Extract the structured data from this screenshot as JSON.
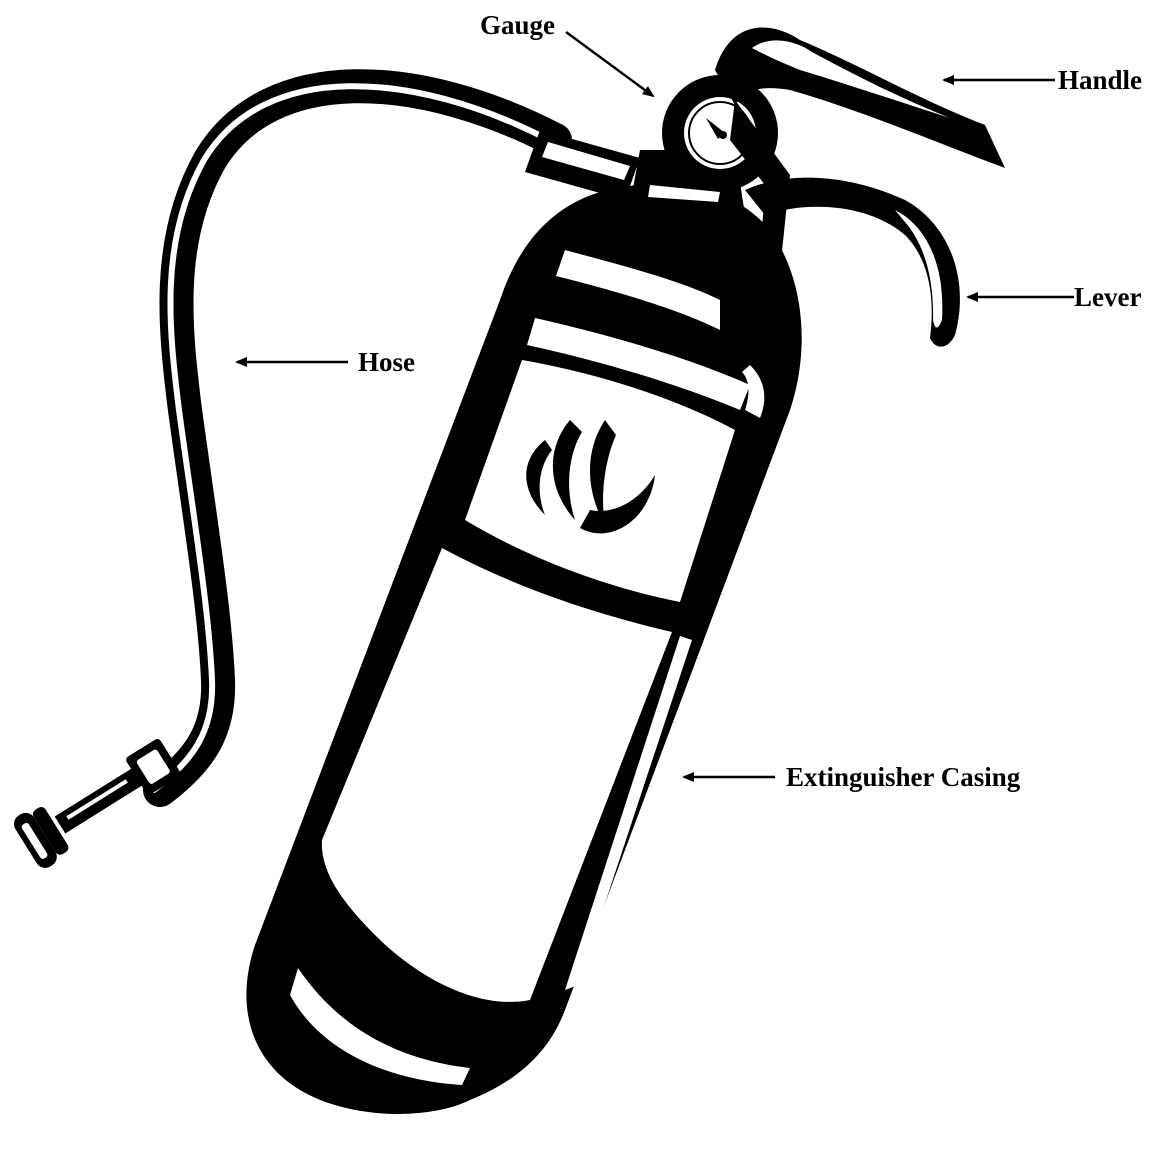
{
  "colors": {
    "ink": "#000000",
    "paper": "#ffffff"
  },
  "labels": {
    "gauge": "Gauge",
    "handle": "Handle",
    "lever": "Lever",
    "hose": "Hose",
    "casing": "Extinguisher Casing"
  }
}
